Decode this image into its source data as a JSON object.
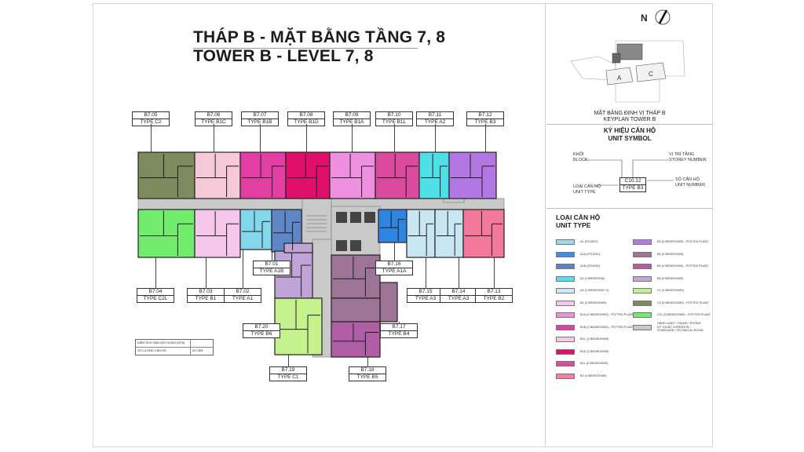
{
  "title": {
    "vietnamese": "THÁP B - MẶT BẰNG TẦNG 7, 8",
    "english": "TOWER B - LEVEL 7, 8"
  },
  "units": [
    {
      "code": "B7.05",
      "type": "TYPE C2",
      "color": "#7d8b5e"
    },
    {
      "code": "B7.06",
      "type": "TYPE B1C",
      "color": "#f6c9d8"
    },
    {
      "code": "B7.07",
      "type": "TYPE B1B",
      "color": "#e23ea4"
    },
    {
      "code": "B7.08",
      "type": "TYPE B1D",
      "color": "#df0f6a"
    },
    {
      "code": "B7.09",
      "type": "TYPE B1A",
      "color": "#ee8fe0"
    },
    {
      "code": "B7.10",
      "type": "TYPE B1L",
      "color": "#dc4a9d"
    },
    {
      "code": "B7.11",
      "type": "TYPE A2",
      "color": "#4ee0e6"
    },
    {
      "code": "B7.12",
      "type": "TYPE B3",
      "color": "#b277e2"
    },
    {
      "code": "B7.04",
      "type": "TYPE C2L",
      "color": "#72ec6c"
    },
    {
      "code": "B7.03",
      "type": "TYPE B1",
      "color": "#f6c7ea"
    },
    {
      "code": "B7.02",
      "type": "TYPE A1",
      "color": "#82d8ea"
    },
    {
      "code": "B7.01",
      "type": "TYPE A1B",
      "color": "#5f86c6"
    },
    {
      "code": "B7.16",
      "type": "TYPE A1A",
      "color": "#2f86e2"
    },
    {
      "code": "B7.15",
      "type": "TYPE A3",
      "color": "#c7e6f2"
    },
    {
      "code": "B7.14",
      "type": "TYPE A3",
      "color": "#c7e6f2"
    },
    {
      "code": "B7.13",
      "type": "TYPE B2",
      "color": "#f2799a"
    },
    {
      "code": "B7.20",
      "type": "TYPE B6",
      "color": "#c0a4d8"
    },
    {
      "code": "B7.17",
      "type": "TYPE B4",
      "color": "#9d7396"
    },
    {
      "code": "B7.19",
      "type": "TYPE C1",
      "color": "#c6f28e"
    },
    {
      "code": "B7.18",
      "type": "TYPE B5",
      "color": "#b05ea5"
    }
  ],
  "core_color": "#c9c9c9",
  "info_table": {
    "area_label": "DIỆN TÍCH SÀN XÂY DỰNG (GFA)",
    "area_value": "",
    "count_label": "SỐ LƯỢNG CĂN HỘ",
    "count_value": "20 CĂN"
  },
  "north_label": "N",
  "keyplan": {
    "title_vi": "MẶT BẰNG ĐỊNH VỊ THÁP B",
    "title_en": "KEYPLAN TOWER B",
    "tower_letters": [
      "A",
      "C"
    ]
  },
  "unit_symbol": {
    "title_vi": "KÝ HIỆU CĂN HỘ",
    "title_en": "UNIT SYMBOL",
    "block_label": "KHỐI",
    "block_label_en": "BLOCK",
    "storey_label": "VỊ TRÍ TẦNG",
    "storey_label_en": "STOREY NUMBER",
    "unit_type_label": "LOẠI CĂN HỘ",
    "unit_type_label_en": "UNIT TYPE",
    "unit_number_label": "SỐ CĂN HỘ",
    "unit_number_label_en": "UNIT NUMBER",
    "sample_code": "C10.12",
    "sample_type": "TYPE B3"
  },
  "legend": {
    "title_vi": "LOẠI CĂN HỘ",
    "title_en": "UNIT TYPE",
    "left": [
      {
        "color": "#9fd9ee",
        "text": "A1 (STUDIO)"
      },
      {
        "color": "#3f8de6",
        "text": "A1A (STUDIO)"
      },
      {
        "color": "#5b80c4",
        "text": "A1B (STUDIO)"
      },
      {
        "color": "#56e0e8",
        "text": "A2 (1 BEDROOM)"
      },
      {
        "color": "#d2e9f4",
        "text": "A3 (1 BEDROOM +1)"
      },
      {
        "color": "#f7c8ec",
        "text": "B1 (2 BEDROOMS)"
      },
      {
        "color": "#ee8fe0",
        "text": "B1A (2 BEDROOMS) - POTTED PLANT"
      },
      {
        "color": "#e040a5",
        "text": "B1B (2 BEDROOMS) - POTTED PLANT"
      },
      {
        "color": "#f7cbd9",
        "text": "B1C (2 BEDROOMS)"
      },
      {
        "color": "#df0f6a",
        "text": "B1D (2 BEDROOMS)"
      },
      {
        "color": "#d84e9f",
        "text": "B1L (2 BEDROOMS)"
      },
      {
        "color": "#f2809f",
        "text": "B2 (2 BEDROOMS)"
      }
    ],
    "right": [
      {
        "color": "#b47be2",
        "text": "B3 (2 BEDROOMS) - POTTED PLANT"
      },
      {
        "color": "#9f7597",
        "text": "B4 (2 BEDROOMS)"
      },
      {
        "color": "#b05ea5",
        "text": "B5 (2 BEDROOMS) - POTTED PLANT"
      },
      {
        "color": "#c4a7da",
        "text": "B6 (2 BEDROOMS)"
      },
      {
        "color": "#c6f28e",
        "text": "C1 (3 BEDROOMS)"
      },
      {
        "color": "#7d8b5e",
        "text": "C2 (3 BEDROOMS) - POTTED PLANT"
      },
      {
        "color": "#72ec6c",
        "text": "C2L (3 BEDROOMS) - POTTED PLANT"
      },
      {
        "color": "#c9c9c9",
        "text": "HÀNH LANG / THANG / PHÒNG KỸ THUẬT CORRIDOR / STAIRCASE / TECHNICAL ROOM"
      }
    ]
  }
}
